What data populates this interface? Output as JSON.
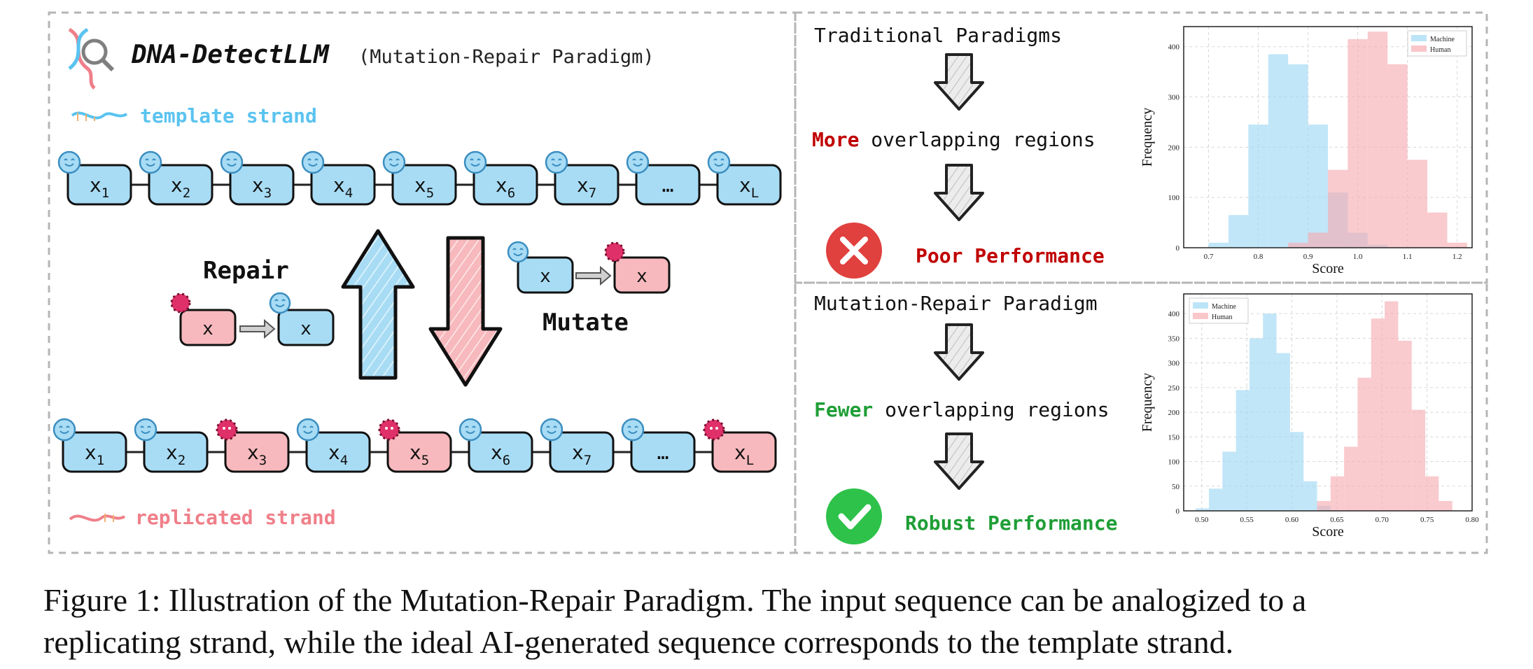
{
  "colors": {
    "blue_fill": "#a8dcf5",
    "red_fill": "#f7b9bd",
    "machine_hist": "#9fd8f4",
    "human_hist": "#f6aeb3",
    "more_red": "#c00000",
    "fewer_green": "#1f9e36",
    "blue_text": "#5ac3f0",
    "pink_text": "#ef7f89"
  },
  "left_panel": {
    "title": "DNA-DetectLLM",
    "subtitle": "(Mutation-Repair Paradigm)",
    "logo_icon": "dna-magnifier-icon",
    "template_label": "template strand",
    "replicated_label": "replicated strand",
    "template_nodes": [
      {
        "base": "x",
        "sub": "1",
        "state": "normal"
      },
      {
        "base": "x",
        "sub": "2",
        "state": "normal"
      },
      {
        "base": "x",
        "sub": "3",
        "state": "normal"
      },
      {
        "base": "x",
        "sub": "4",
        "state": "normal"
      },
      {
        "base": "x",
        "sub": "5",
        "state": "normal"
      },
      {
        "base": "x",
        "sub": "6",
        "state": "normal"
      },
      {
        "base": "x",
        "sub": "7",
        "state": "normal"
      },
      {
        "base": "…",
        "sub": "",
        "state": "normal"
      },
      {
        "base": "x",
        "sub": "L",
        "state": "normal"
      }
    ],
    "replicated_nodes": [
      {
        "base": "x",
        "sub": "1",
        "state": "normal"
      },
      {
        "base": "x",
        "sub": "2",
        "state": "normal"
      },
      {
        "base": "x",
        "sub": "3",
        "state": "mutated"
      },
      {
        "base": "x",
        "sub": "4",
        "state": "normal"
      },
      {
        "base": "x",
        "sub": "5",
        "state": "mutated"
      },
      {
        "base": "x",
        "sub": "6",
        "state": "normal"
      },
      {
        "base": "x",
        "sub": "7",
        "state": "normal"
      },
      {
        "base": "…",
        "sub": "",
        "state": "normal"
      },
      {
        "base": "x",
        "sub": "L",
        "state": "mutated"
      }
    ],
    "repair_label": "Repair",
    "mutate_label": "Mutate",
    "repair_from": "x",
    "repair_to": "x",
    "mutate_from": "x",
    "mutate_to": "x"
  },
  "top_right": {
    "heading": "Traditional Paradigms",
    "highlight": "More",
    "rest": " overlapping regions",
    "result": "Poor Performance",
    "result_icon": "cross-icon"
  },
  "bottom_right": {
    "heading": "Mutation-Repair Paradigm",
    "highlight": "Fewer",
    "rest": " overlapping regions",
    "result": "Robust Performance",
    "result_icon": "check-icon"
  },
  "chart_data": [
    {
      "type": "bar",
      "xlabel": "Score",
      "ylabel": "Frequency",
      "xlim": [
        0.65,
        1.23
      ],
      "ylim": [
        0,
        440
      ],
      "xticks": [
        "0.7",
        "0.8",
        "0.9",
        "1.0",
        "1.1",
        "1.2"
      ],
      "yticks": [
        "0",
        "100",
        "200",
        "300",
        "400"
      ],
      "legend": "top-right",
      "series": [
        {
          "name": "Machine",
          "bins": [
            0.7,
            0.74,
            0.78,
            0.82,
            0.86,
            0.9,
            0.94,
            0.98,
            1.02,
            1.06
          ],
          "values": [
            10,
            65,
            245,
            385,
            365,
            245,
            110,
            30,
            6,
            0
          ]
        },
        {
          "name": "Human",
          "bins": [
            0.86,
            0.9,
            0.94,
            0.98,
            1.02,
            1.06,
            1.1,
            1.14,
            1.18
          ],
          "values": [
            10,
            30,
            155,
            415,
            430,
            365,
            175,
            70,
            10
          ]
        }
      ]
    },
    {
      "type": "bar",
      "xlabel": "Score",
      "ylabel": "Frequency",
      "xlim": [
        0.48,
        0.8
      ],
      "ylim": [
        0,
        440
      ],
      "xticks": [
        "0.50",
        "0.55",
        "0.60",
        "0.65",
        "0.70",
        "0.75",
        "0.80"
      ],
      "yticks": [
        "0",
        "50",
        "100",
        "150",
        "200",
        "250",
        "300",
        "350",
        "400"
      ],
      "legend": "top-left",
      "series": [
        {
          "name": "Machine",
          "bins": [
            0.493,
            0.508,
            0.523,
            0.538,
            0.553,
            0.568,
            0.583,
            0.598,
            0.613,
            0.628,
            0.643
          ],
          "values": [
            5,
            45,
            120,
            245,
            350,
            400,
            320,
            160,
            60,
            10,
            0
          ]
        },
        {
          "name": "Human",
          "bins": [
            0.628,
            0.643,
            0.658,
            0.673,
            0.688,
            0.703,
            0.718,
            0.733,
            0.748,
            0.763,
            0.778
          ],
          "values": [
            20,
            70,
            130,
            270,
            390,
            425,
            345,
            205,
            70,
            20,
            0
          ]
        }
      ]
    }
  ],
  "caption": {
    "line1": "Figure 1: Illustration of the Mutation-Repair Paradigm. The input sequence can be analogized to a",
    "line2": "replicating strand, while the ideal AI-generated sequence corresponds to the template strand."
  }
}
